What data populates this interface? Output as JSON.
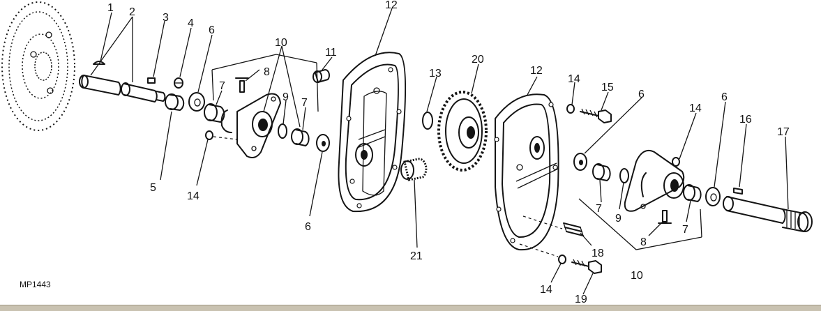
{
  "figure_ref": "MP1443",
  "callouts": [
    {
      "id": "c1",
      "text": "1"
    },
    {
      "id": "c2",
      "text": "2"
    },
    {
      "id": "c3",
      "text": "3"
    },
    {
      "id": "c4",
      "text": "4"
    },
    {
      "id": "c5",
      "text": "5"
    },
    {
      "id": "c6a",
      "text": "6"
    },
    {
      "id": "c7a",
      "text": "7"
    },
    {
      "id": "c8a",
      "text": "8"
    },
    {
      "id": "c9a",
      "text": "9"
    },
    {
      "id": "c7b",
      "text": "7"
    },
    {
      "id": "c10a",
      "text": "10"
    },
    {
      "id": "c11",
      "text": "11"
    },
    {
      "id": "c12a",
      "text": "12"
    },
    {
      "id": "c13",
      "text": "13"
    },
    {
      "id": "c14a",
      "text": "14"
    },
    {
      "id": "c6b",
      "text": "6"
    },
    {
      "id": "c20",
      "text": "20"
    },
    {
      "id": "c21",
      "text": "21"
    },
    {
      "id": "c12b",
      "text": "12"
    },
    {
      "id": "c14b",
      "text": "14"
    },
    {
      "id": "c15",
      "text": "15"
    },
    {
      "id": "c6c",
      "text": "6"
    },
    {
      "id": "c14c",
      "text": "14"
    },
    {
      "id": "c6d",
      "text": "6"
    },
    {
      "id": "c16",
      "text": "16"
    },
    {
      "id": "c17",
      "text": "17"
    },
    {
      "id": "c7c",
      "text": "7"
    },
    {
      "id": "c9b",
      "text": "9"
    },
    {
      "id": "c7d",
      "text": "7"
    },
    {
      "id": "c8b",
      "text": "8"
    },
    {
      "id": "c10b",
      "text": "10"
    },
    {
      "id": "c18",
      "text": "18"
    },
    {
      "id": "c14d",
      "text": "14"
    },
    {
      "id": "c19",
      "text": "19"
    }
  ]
}
